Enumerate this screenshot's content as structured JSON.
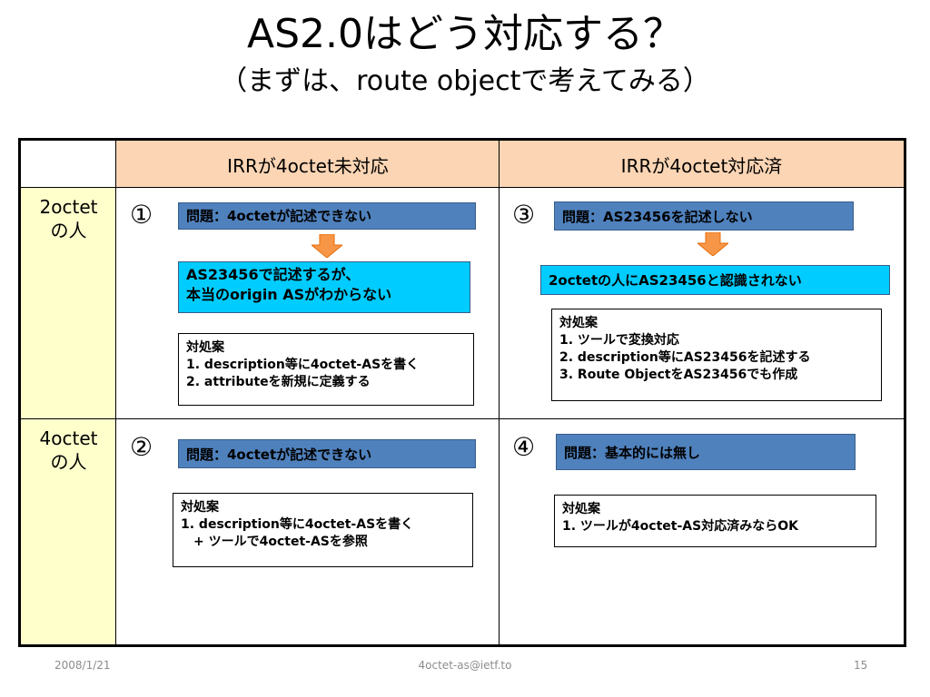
{
  "slide": {
    "title": "AS2.0はどう対応する？",
    "subtitle": "（まずは、route objectで考えてみる）"
  },
  "table": {
    "col_headers": [
      "IRRが4octet未対応",
      "IRRが4octet対応済"
    ],
    "row_headers": [
      [
        "2octet",
        "の人"
      ],
      [
        "4octet",
        "の人"
      ]
    ],
    "cells": {
      "c1": {
        "number": "①",
        "problem": "問題：4octetが記述できない",
        "result": [
          "AS23456で記述するが、",
          "本当のorigin ASがわからない"
        ],
        "solution": [
          "対処案",
          "1. description等に4octet-ASを書く",
          "2. attributeを新規に定義する"
        ]
      },
      "c2": {
        "number": "②",
        "problem": "問題：4octetが記述できない",
        "solution": [
          "対処案",
          "1. description等に4octet-ASを書く",
          "　+ ツールで4octet-ASを参照"
        ]
      },
      "c3": {
        "number": "③",
        "problem": "問題：AS23456を記述しない",
        "result": [
          "2octetの人にAS23456と認識されない"
        ],
        "solution": [
          "対処案",
          "1. ツールで変換対応",
          "2. description等にAS23456を記述する",
          "3. Route ObjectをAS23456でも作成"
        ]
      },
      "c4": {
        "number": "④",
        "problem": "問題：基本的には無し",
        "solution": [
          "対処案",
          "1. ツールが4octet-AS対応済みならOK"
        ]
      }
    }
  },
  "footer": {
    "date": "2008/1/21",
    "email": "4octet-as@ietf.to",
    "page": "15"
  },
  "colors": {
    "header_bg": "#fcd5b4",
    "rowheader_bg": "#ffffcc",
    "problem_box": "#4f81bd",
    "result_box": "#00ccff",
    "arrow": "#f79646"
  },
  "icons": [
    "down-arrow-icon"
  ]
}
